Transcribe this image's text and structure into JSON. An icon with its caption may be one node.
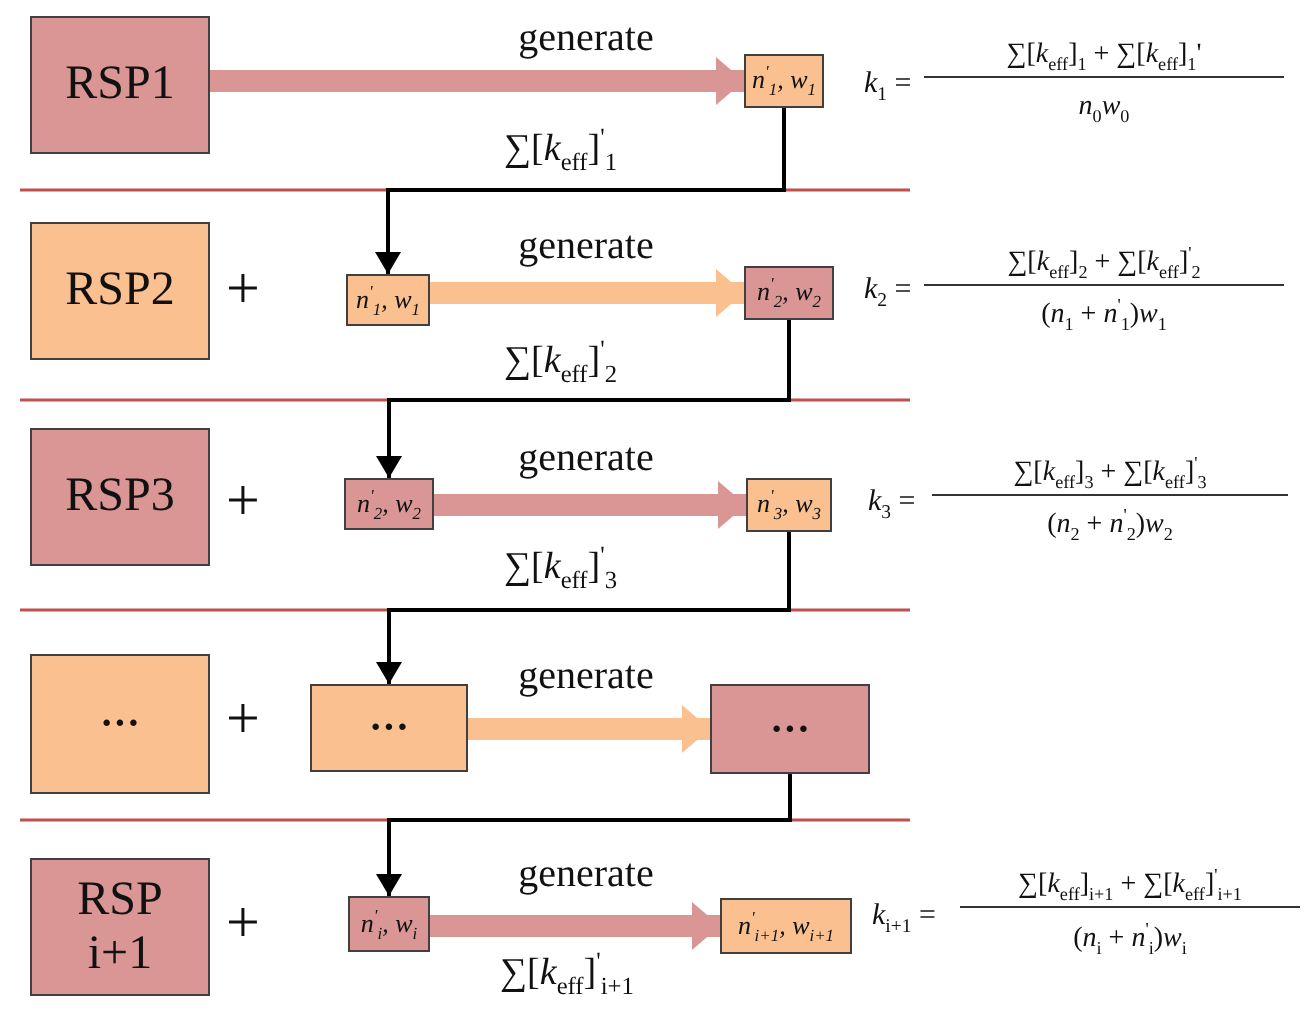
{
  "diagram": {
    "nodes": [
      {
        "text": [
          "RSP1"
        ]
      },
      {
        "text": [
          "n$^{'}$$_{1}$, w$_{1}$"
        ]
      },
      {
        "text": [
          "RSP2"
        ]
      },
      {
        "text": [
          "n$^{'}$$_{1}$, w$_{1}$"
        ]
      },
      {
        "text": [
          "n$^{'}$$_{2}$, w$_{2}$"
        ]
      },
      {
        "text": [
          "RSP3"
        ]
      },
      {
        "text": [
          "n$^{'}$$_{2}$, w$_{2}$"
        ]
      },
      {
        "text": [
          "n$^{'}$$_{3}$, w$_{3}$"
        ]
      },
      {
        "text": [
          "···"
        ]
      },
      {
        "text": [
          "···"
        ]
      },
      {
        "text": [
          "···"
        ]
      },
      {
        "text": [
          "RSP i+1"
        ]
      },
      {
        "text": [
          "n$^{'}$$_{i}$, w$_{i}$"
        ]
      },
      {
        "text": [
          "n$^{'}$$_{i+1}$, w$_{i+1}$"
        ]
      }
    ],
    "edges": [
      {
        "from": 0,
        "to": 1,
        "arrow": "to",
        "label": "generate",
        "color": "#d99694"
      },
      {
        "from": 1,
        "to": 3,
        "arrow": "to"
      },
      {
        "from": 3,
        "to": 4,
        "arrow": "to",
        "label": "generate",
        "color": "#fac090"
      },
      {
        "from": 4,
        "to": 6,
        "arrow": "to"
      },
      {
        "from": 6,
        "to": 7,
        "arrow": "to",
        "label": "generate",
        "color": "#d99694"
      },
      {
        "from": 7,
        "to": 9,
        "arrow": "to"
      },
      {
        "from": 9,
        "to": 10,
        "arrow": "to",
        "label": "generate",
        "color": "#fac090"
      },
      {
        "from": 10,
        "to": 12,
        "arrow": "to"
      },
      {
        "from": 12,
        "to": 13,
        "arrow": "to",
        "label": "generate",
        "color": "#d99694"
      }
    ],
    "labels": [
      "*k*$_{1}$ =",
      "∑[*k*$_{eff}$]$_{1}$ + ∑[*k*$_{eff}$]$_{1}$'",
      "*n*$_{0}$*w*$_{0}$",
      "∑[*k*$_{eff}$]$^{'}$$_{1}$",
      "+",
      "*k*$_{2}$ =",
      "∑[*k*$_{eff}$]$_{2}$ + ∑[*k*$_{eff}$]$^{'}$$_{2}$",
      "(*n*$_{1}$ + *n*$^{'}$$_{1}$)*w*$_{1}$",
      "∑[*k*$_{eff}$]$^{'}$$_{2}$",
      "+",
      "*k*$_{3}$ =",
      "∑[*k*$_{eff}$]$_{3}$ + ∑[*k*$_{eff}$]$^{'}$$_{3}$",
      "(*n*$_{2}$ + *n*$^{'}$$_{2}$)*w*$_{2}$",
      "∑[*k*$_{eff}$]$^{'}$$_{3}$",
      "+",
      "+",
      "*k*$_{i+1}$ =",
      "∑[*k*$_{eff}$]$_{i+1}$ + ∑[*k*$_{eff}$]$^{'}$$_{i+1}$",
      "(*n*$_{i}$ + *n*$^{'}$$_{i}$)*w*$_{i}$",
      "∑[*k*$_{eff}$]$^{'}$$_{i+1}$"
    ]
  }
}
